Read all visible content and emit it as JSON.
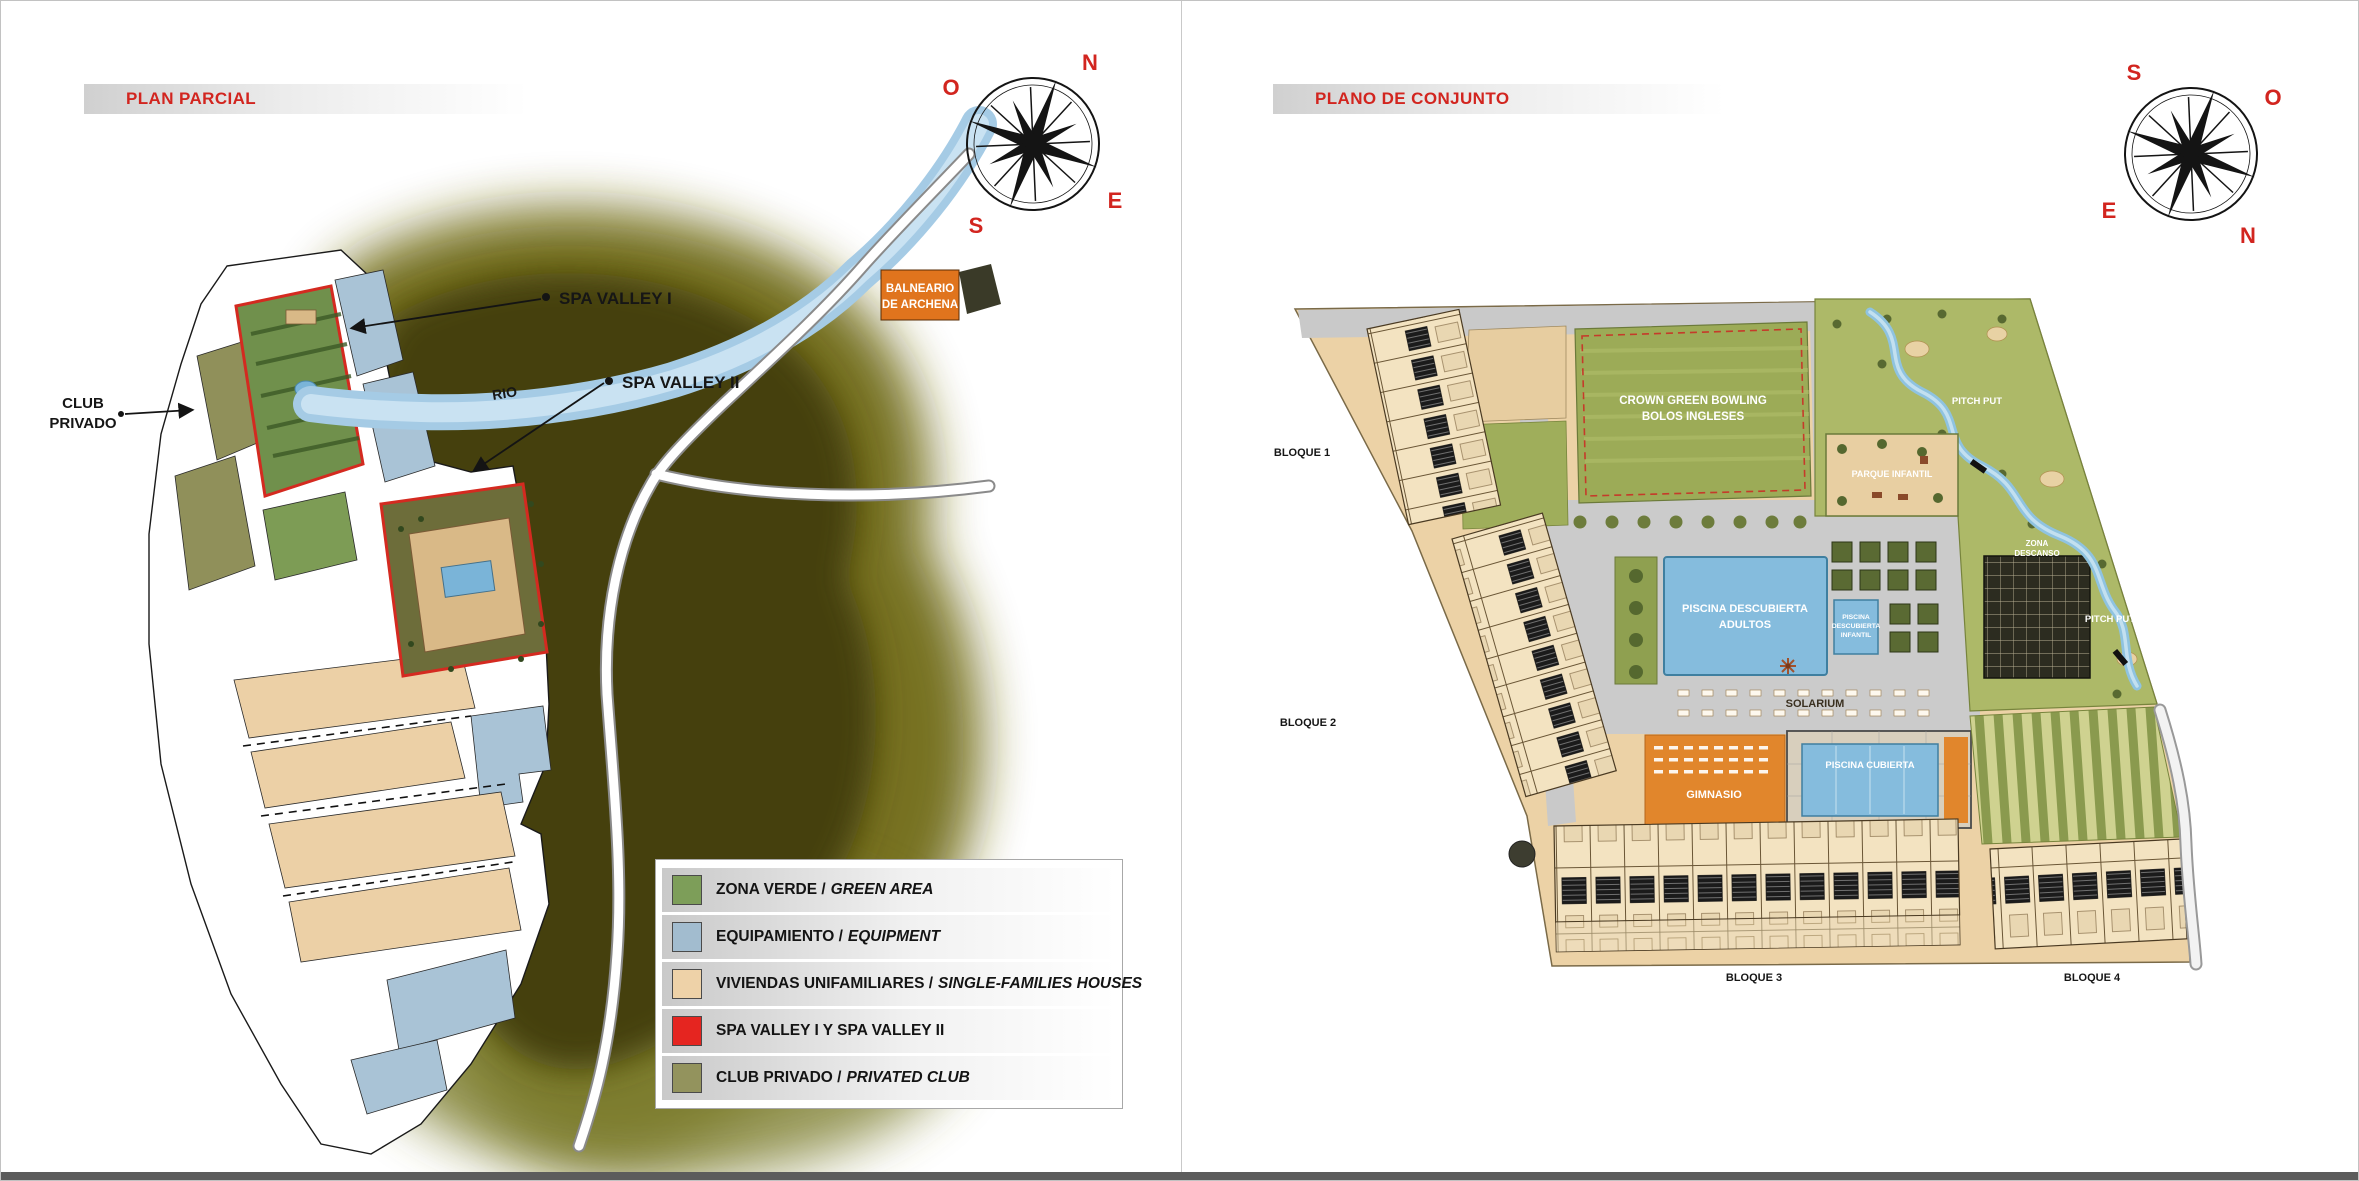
{
  "left_panel": {
    "title": "PLAN PARCIAL",
    "compass": {
      "north": "N",
      "south": "S",
      "east": "E",
      "west": "O"
    },
    "map_labels": {
      "spa_valley_1": "SPA VALLEY I",
      "spa_valley_2": "SPA VALLEY II",
      "club_line1": "CLUB",
      "club_line2": "PRIVADO",
      "rio": "RIO",
      "balneario_line1": "BALNEARIO",
      "balneario_line2": "DE ARCHENA"
    },
    "legend": {
      "items": [
        {
          "text": "ZONA VERDE /",
          "italic": "GREEN AREA",
          "color": "#7d9e59"
        },
        {
          "text": "EQUIPAMIENTO /",
          "italic": "EQUIPMENT",
          "color": "#a2bccf"
        },
        {
          "text": "VIVIENDAS UNIFAMILIARES /",
          "italic": "SINGLE-FAMILIES HOUSES",
          "color": "#eed2a8"
        },
        {
          "text": "SPA VALLEY I Y SPA VALLEY II",
          "italic": "",
          "color": "#e52520"
        },
        {
          "text": "CLUB PRIVADO /",
          "italic": "PRIVATED CLUB",
          "color": "#93935d"
        }
      ]
    }
  },
  "right_panel": {
    "title": "PLANO DE CONJUNTO",
    "compass": {
      "north": "N",
      "south": "S",
      "east": "E",
      "west": "O"
    },
    "map_labels": {
      "bloque_1": "BLOQUE 1",
      "bloque_2": "BLOQUE 2",
      "bloque_3": "BLOQUE 3",
      "bloque_4": "BLOQUE 4",
      "bowling_line1": "CROWN GREEN BOWLING",
      "bowling_line2": "BOLOS INGLESES",
      "parque_infantil": "PARQUE INFANTIL",
      "pitch_put_1": "PITCH PUT",
      "pitch_put_2": "PITCH PUT",
      "zona_line1": "ZONA",
      "zona_line2": "DESCANSO",
      "piscina_adultos_line1": "PISCINA DESCUBIERTA",
      "piscina_adultos_line2": "ADULTOS",
      "piscina_infantil_line1": "PISCINA",
      "piscina_infantil_line2": "DESCUBIERTA",
      "piscina_infantil_line3": "INFANTIL",
      "solarium": "SOLARIUM",
      "gimnasio": "GIMNASIO",
      "piscina_cubierta": "PISCINA CUBIERTA"
    }
  }
}
